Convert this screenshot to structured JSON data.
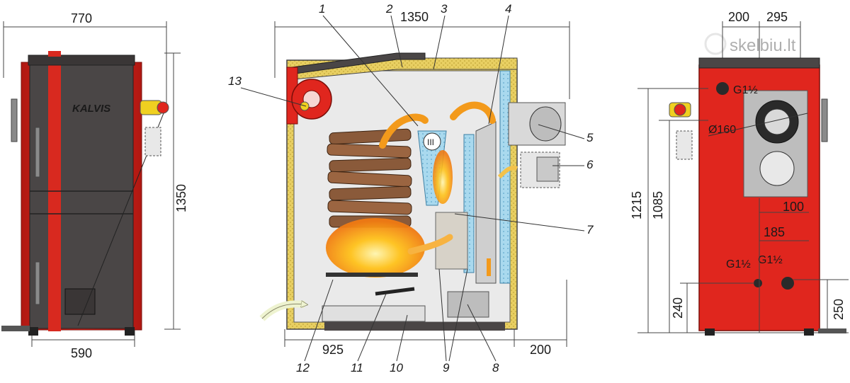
{
  "watermark": "skelbiu.lt",
  "brand": "KALVIS",
  "front_view": {
    "width_top": "770",
    "width_bottom": "590",
    "height": "1350"
  },
  "section_view": {
    "width_top": "1350",
    "bottom_left": "925",
    "bottom_right": "200",
    "callouts": [
      "1",
      "2",
      "3",
      "4",
      "5",
      "6",
      "7",
      "8",
      "9",
      "10",
      "11",
      "12",
      "13"
    ]
  },
  "back_view": {
    "dim_200": "200",
    "dim_295": "295",
    "height_1215": "1215",
    "height_1085": "1085",
    "dim_100": "100",
    "dim_185": "185",
    "dim_240": "240",
    "dim_250": "250",
    "flue_dia": "Ø160",
    "port_top": "G1½",
    "port_left": "G1½",
    "port_right": "G1½"
  },
  "colors": {
    "red": "#e0261e",
    "dark": "#4a4646",
    "grey": "#bdbdbd",
    "insulation": "#e8cf62",
    "water": "#9fd3ea",
    "fire": "#f39a1b",
    "wood": "#8a5a3a"
  }
}
